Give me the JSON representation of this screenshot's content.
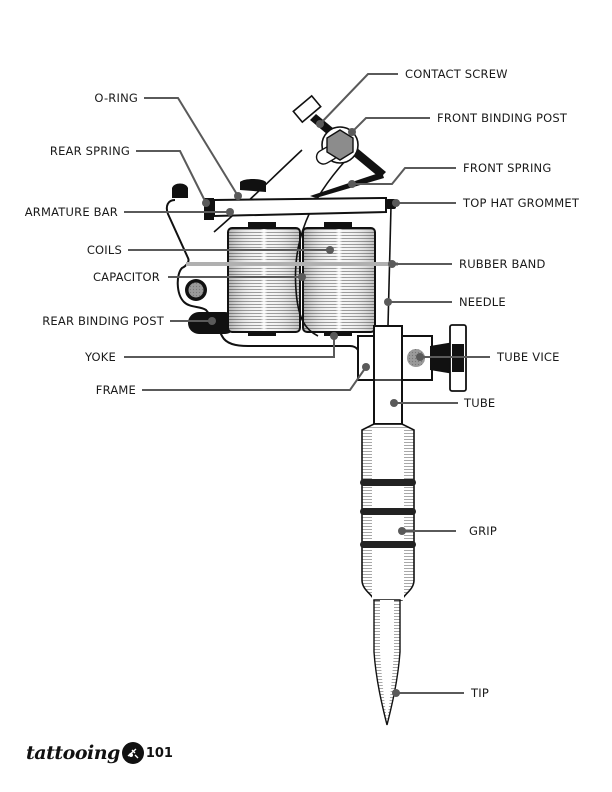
{
  "diagram": {
    "subject": "Tattoo machine anatomy",
    "labels": {
      "contact_screw": "CONTACT SCREW",
      "o_ring": "O-RING",
      "front_binding_post": "FRONT BINDING POST",
      "rear_spring": "REAR SPRING",
      "front_spring": "FRONT SPRING",
      "armature_bar": "ARMATURE BAR",
      "top_hat_grommet": "TOP HAT GROMMET",
      "coils": "COILS",
      "rubber_band": "RUBBER BAND",
      "capacitor": "CAPACITOR",
      "needle": "NEEDLE",
      "rear_binding_post": "REAR BINDING POST",
      "tube_vice": "TUBE VICE",
      "yoke": "YOKE",
      "frame": "FRAME",
      "tube": "TUBE",
      "grip": "GRIP",
      "tip": "TIP"
    },
    "colors": {
      "outline": "#111111",
      "leader": "#5a5a5a",
      "rubber_band": "#b0b0b0",
      "binding_post_fill": "#8c8c8c"
    }
  },
  "logo": {
    "script_text": "tattooing",
    "number_text": "101",
    "icon": "tattoo-machine-icon"
  }
}
